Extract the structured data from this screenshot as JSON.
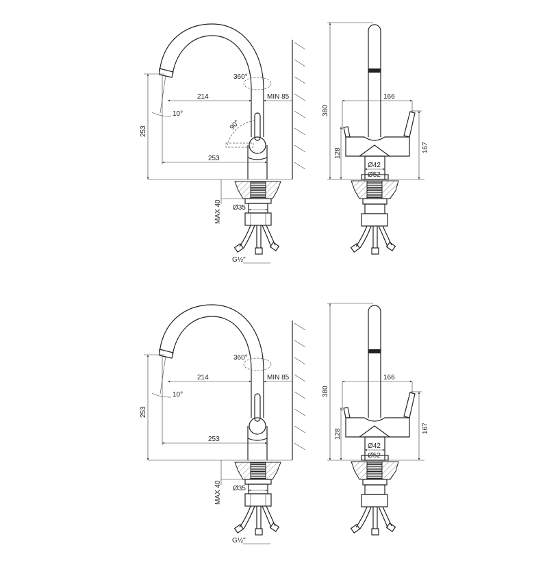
{
  "drawings": [
    {
      "name": "mixer-with-lever-rotation",
      "side": {
        "rotation": "360°",
        "reach": "214",
        "wall_clearance": "MIN 85",
        "height": "253",
        "outlet_reach": "253",
        "spout_angle": "10°",
        "lever_angle": "90°",
        "max_thickness": "MAX 40",
        "hole_diameter": "Ø35",
        "connection": "G½\""
      },
      "front": {
        "total_height": "380",
        "lever_span": "166",
        "body_height": "128",
        "lever_height": "167",
        "body_diameter": "Ø42",
        "base_diameter": "Ø52"
      }
    },
    {
      "name": "mixer-standard",
      "side": {
        "rotation": "360°",
        "reach": "214",
        "wall_clearance": "MIN 85",
        "height": "253",
        "outlet_reach": "253",
        "spout_angle": "10°",
        "max_thickness": "MAX 40",
        "hole_diameter": "Ø35",
        "connection": "G½\""
      },
      "front": {
        "total_height": "380",
        "lever_span": "166",
        "body_height": "128",
        "lever_height": "167",
        "body_diameter": "Ø42",
        "base_diameter": "Ø52"
      }
    }
  ]
}
